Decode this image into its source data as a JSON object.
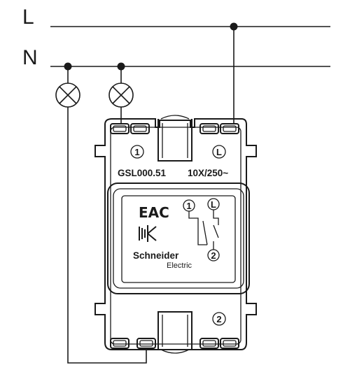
{
  "rails": {
    "line_label": "L",
    "neutral_label": "N"
  },
  "device": {
    "model": "GSL000.51",
    "rating": "10X/250~",
    "brand": "Schneider",
    "brand_sub": "Electric",
    "cert_mark": "EAC"
  },
  "terminals": {
    "t1": "1",
    "tL": "L",
    "t2": "2"
  },
  "schematic": {
    "t1": "1",
    "tL": "L",
    "t2": "2"
  }
}
